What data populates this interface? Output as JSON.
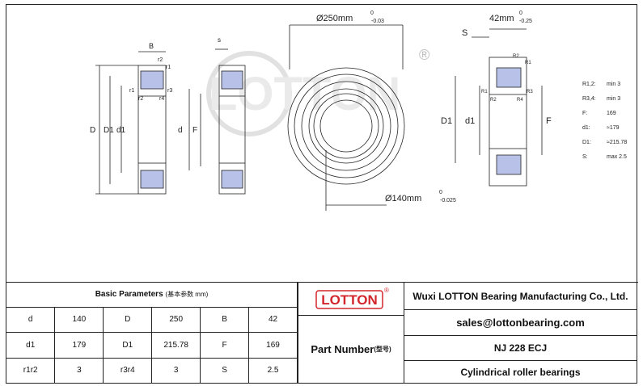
{
  "drawing": {
    "left_labels": [
      "D",
      "D1",
      "d1",
      "d",
      "F"
    ],
    "left_top_labels": [
      "B",
      "r2",
      "r1",
      "r1",
      "r2",
      "r3",
      "r4"
    ],
    "s_label": "s",
    "front_outer": "Ø250mm",
    "front_outer_tol": "-0.03",
    "front_outer_tol_top": "0",
    "front_inner": "Ø140mm",
    "front_inner_tol": "-0.025",
    "front_inner_tol_top": "0",
    "width_label": "42mm",
    "width_tol": "-0.25",
    "width_tol_top": "0",
    "right_S": "S",
    "right_D1": "D1",
    "right_d1": "d1",
    "right_F": "F",
    "right_r_labels": [
      "R2",
      "R1",
      "R1",
      "R3",
      "R2",
      "R4"
    ],
    "spec_keys": [
      "R1,2:",
      "R3,4:",
      "F:",
      "d1:",
      "D1:",
      "S:"
    ],
    "spec_values": [
      "min 3",
      "min 3",
      "169",
      "≈179",
      "≈215.78",
      "max 2.5"
    ],
    "watermark": "LOTTON",
    "registered": "®"
  },
  "params": {
    "title": "Basic Parameters",
    "title_note": "(基本参数 mm)",
    "rows": [
      [
        "d",
        "140",
        "D",
        "250",
        "B",
        "42"
      ],
      [
        "d1",
        "179",
        "D1",
        "215.78",
        "F",
        "169"
      ],
      [
        "r1r2",
        "3",
        "r3r4",
        "3",
        "S",
        "2.5"
      ]
    ]
  },
  "brand": {
    "logo_text": "LOTTON",
    "registered": "®",
    "part_number_label": "Part Number",
    "part_number_note": "(型号)"
  },
  "info": {
    "company": "Wuxi LOTTON Bearing Manufacturing Co., Ltd.",
    "email": "sales@lottonbearing.com",
    "part_number": "NJ  228 ECJ",
    "type": "Cylindrical roller bearings"
  },
  "colors": {
    "roller_fill": "#b8c2e8",
    "logo_red": "#d3262c",
    "line": "#222222"
  }
}
